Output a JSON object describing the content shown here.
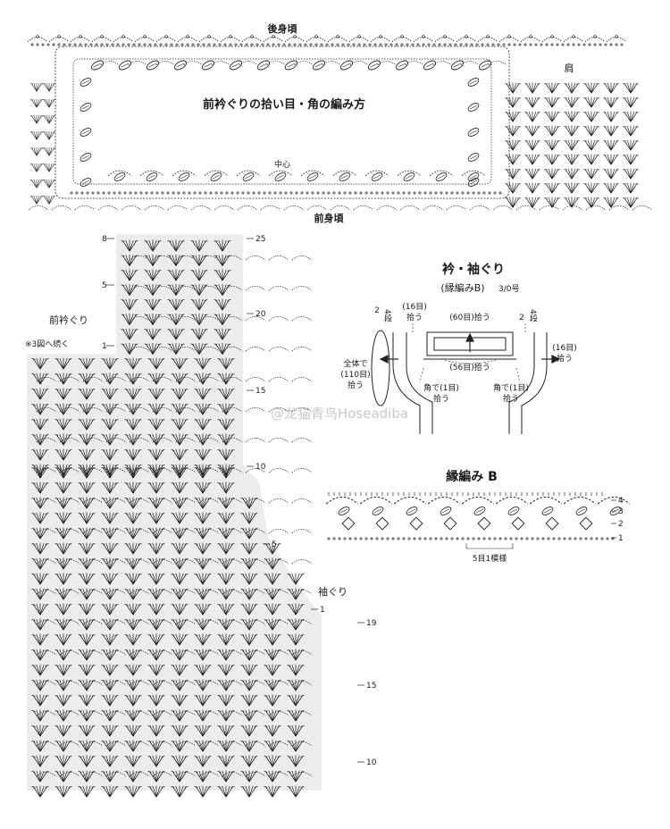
{
  "top_panel": {
    "back_neck_label": "後身頃",
    "title": "前衿ぐりの拾い目・角の編み方",
    "center_label": "中心",
    "front_body_label": "前身頃",
    "shoulder_label": "肩"
  },
  "left_chart": {
    "front_neck_label": "前衿ぐり",
    "continue_note": "※3図へ続く",
    "armhole_label": "袖ぐり",
    "left_row_marks": [
      "8",
      "5",
      "1"
    ],
    "right_row_marks": [
      "25",
      "20",
      "15",
      "10",
      "5",
      "1"
    ],
    "lower_row_marks": [
      "19",
      "15",
      "10"
    ]
  },
  "collar_schematic": {
    "title": "衿・袖ぐり",
    "subtitle": "(縁編みB)",
    "hook": "3/0号",
    "rows_left": "2",
    "rows_left_sub": "4段",
    "rows_right": "2",
    "rows_right_sub": "4段",
    "pick_16_left": "(16目)",
    "pick_16_left_b": "拾う",
    "pick_60": "(60目)拾う",
    "pick_56": "(56目)拾う",
    "pick_16_right": "(16目)",
    "pick_16_right_b": "拾う",
    "whole_a": "全体で",
    "whole_b": "(110目)",
    "whole_c": "拾う",
    "corner_left_a": "角で(1目)",
    "corner_left_b": "拾う",
    "corner_right_a": "角で(1目)",
    "corner_right_b": "拾う"
  },
  "edging_b": {
    "title": "縁編み B",
    "row_marks": [
      "4",
      "3",
      "2",
      "1"
    ],
    "repeat_label": "5目1模様"
  },
  "watermark": "@龙猫青鸟Hoseadiba"
}
